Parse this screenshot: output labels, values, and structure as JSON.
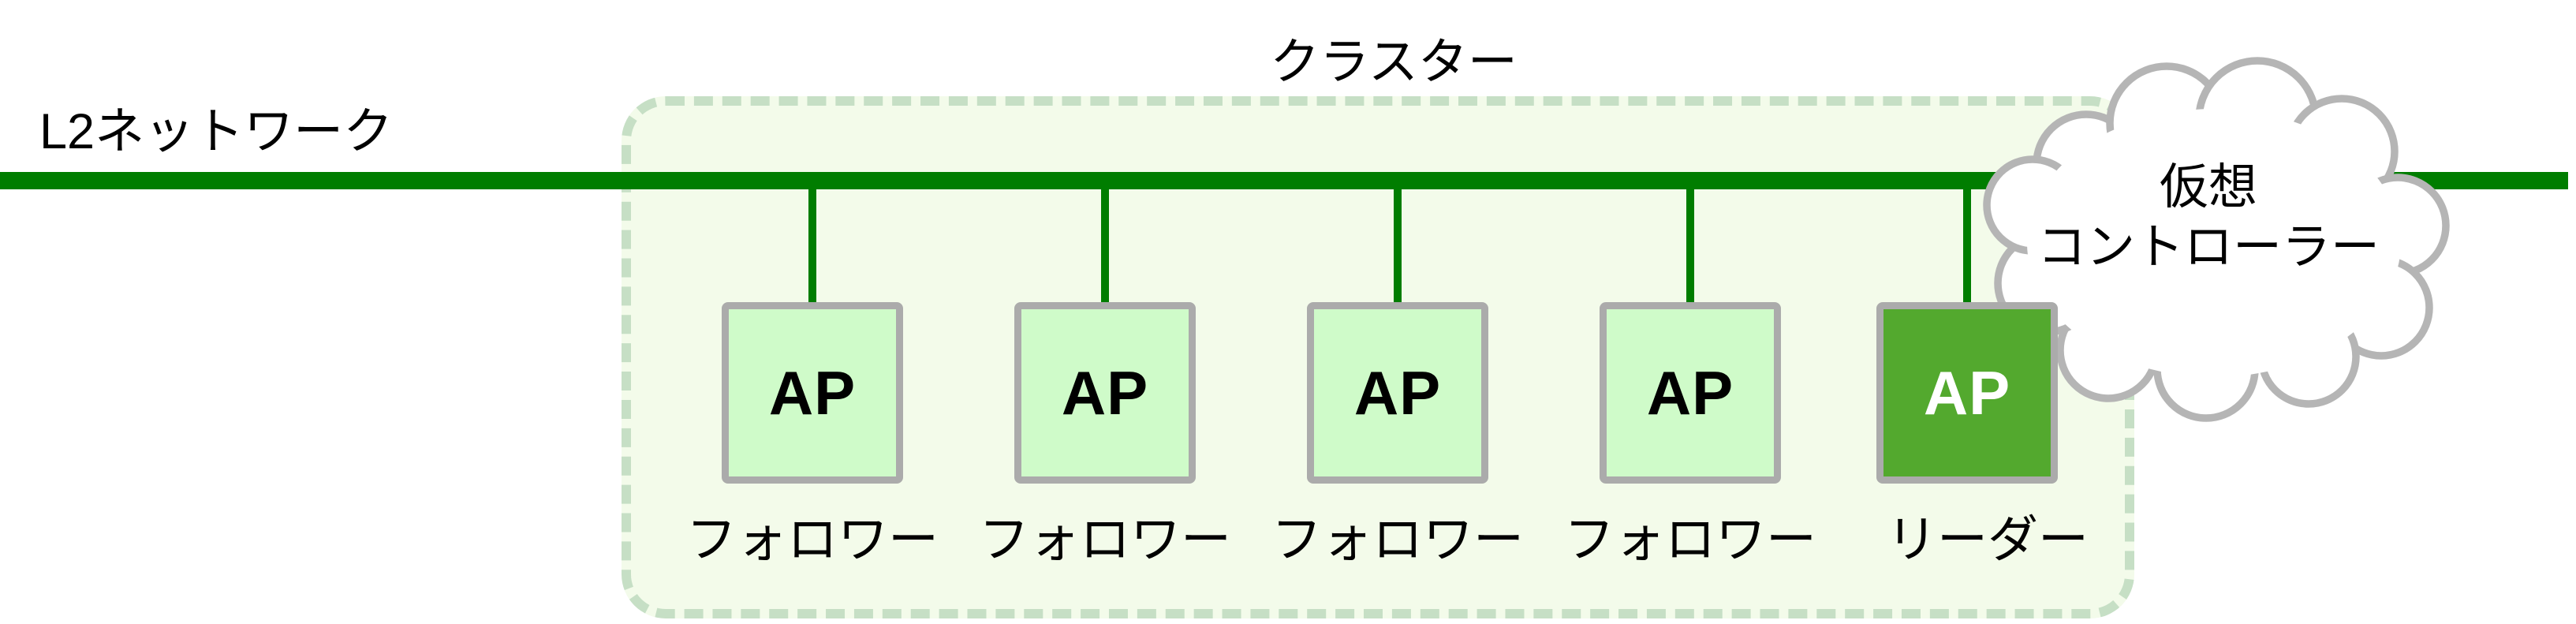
{
  "diagram": {
    "network_label": "L2ネットワーク",
    "cluster_label": "クラスター",
    "cloud": {
      "line1": "仮想",
      "line2": "コントローラー"
    },
    "nodes": [
      {
        "box": "AP",
        "role": "フォロワー",
        "type": "follower"
      },
      {
        "box": "AP",
        "role": "フォロワー",
        "type": "follower"
      },
      {
        "box": "AP",
        "role": "フォロワー",
        "type": "follower"
      },
      {
        "box": "AP",
        "role": "フォロワー",
        "type": "follower"
      },
      {
        "box": "AP",
        "role": "リーダー",
        "type": "leader"
      }
    ]
  },
  "colors": {
    "line_green": "#007d00",
    "follower_fill": "#cffbc9",
    "leader_fill": "#53a92e",
    "box_border": "#ababab",
    "cluster_fill": "#f3fbea",
    "cluster_border": "#c6dfc5",
    "cloud_border": "#b5b5b5",
    "cloud_fill": "#ffffff",
    "text_black": "#000000",
    "leader_text": "#ffffff"
  }
}
